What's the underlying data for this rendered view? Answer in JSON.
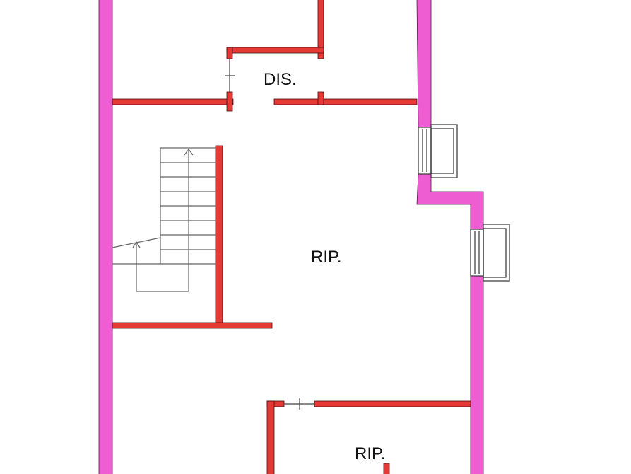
{
  "plan": {
    "colors": {
      "exterior_wall": "#ee5ed2",
      "exterior_wall_stroke": "#4a1a40",
      "interior_wall": "#e53935",
      "interior_wall_stroke": "#4a0f0f",
      "line": "#555555",
      "background": "#ffffff"
    },
    "rooms": [
      {
        "id": "dis",
        "label": "DIS."
      },
      {
        "id": "rip-main",
        "label": "RIP."
      },
      {
        "id": "rip-small",
        "label": "RIP."
      }
    ]
  }
}
